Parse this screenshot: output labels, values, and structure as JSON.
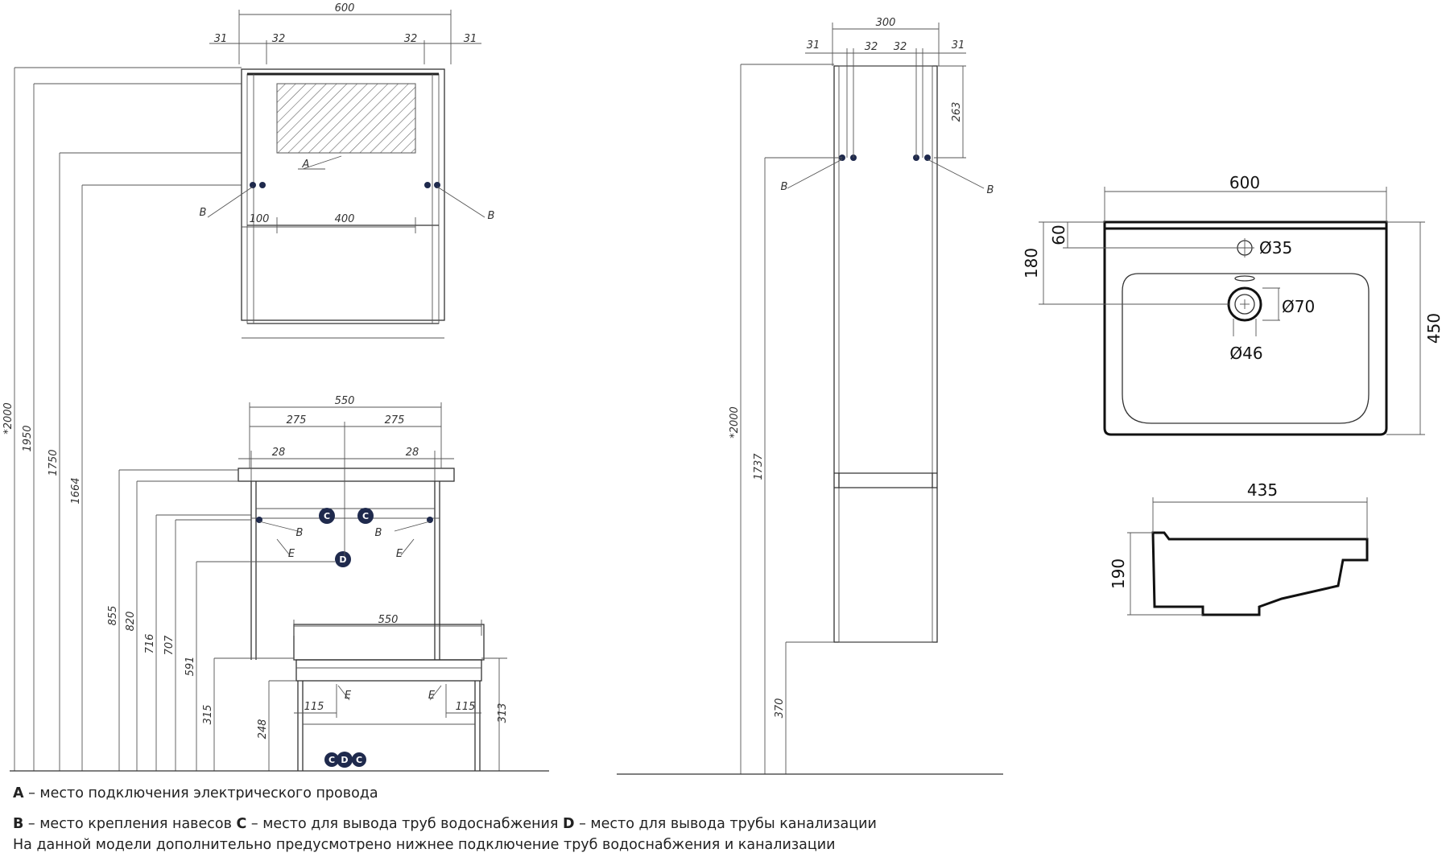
{
  "mirror_cabinet": {
    "width": "600",
    "offsets_left": [
      "31",
      "32"
    ],
    "offsets_right": [
      "32",
      "31"
    ],
    "hinge_spacing": [
      "100",
      "400"
    ],
    "heights": [
      "*2000",
      "1950",
      "1750",
      "1664"
    ],
    "labels": {
      "a": "A",
      "b": "B"
    }
  },
  "vanity": {
    "width": "550",
    "half_widths": [
      "275",
      "275"
    ],
    "insets": [
      "28",
      "28"
    ],
    "heights": [
      "855",
      "820",
      "716",
      "707",
      "591",
      "315",
      "248",
      "313"
    ],
    "bottom_width": "550",
    "bottom_insets": [
      "115",
      "115"
    ],
    "labels": {
      "b": "B",
      "c": "C",
      "d": "D",
      "e": "E"
    }
  },
  "tall_cabinet": {
    "width": "300",
    "offsets_left": [
      "31",
      "32"
    ],
    "offsets_right": [
      "32",
      "31"
    ],
    "top_offset": "263",
    "heights": [
      "*2000",
      "1737",
      "370"
    ],
    "labels": {
      "b": "B"
    }
  },
  "basin_top": {
    "width": "600",
    "depth": "450",
    "depth_to_drain": "180",
    "depth_to_tap": "60",
    "tap_hole": "Ø35",
    "drain_outer": "Ø70",
    "drain_inner": "Ø46"
  },
  "basin_side": {
    "width": "435",
    "height": "190"
  },
  "legend": {
    "a_key": "A",
    "a_text": " – место подключения электрического провода",
    "b_key": "B",
    "b_text": " – место крепления навесов  ",
    "c_key": "C",
    "c_text": " – место для вывода труб водоснабжения   ",
    "d_key": "D",
    "d_text": " – место для вывода трубы канализации",
    "note": "На данной модели дополнительно предусмотрено нижнее подключение труб водоснабжения и канализации"
  }
}
